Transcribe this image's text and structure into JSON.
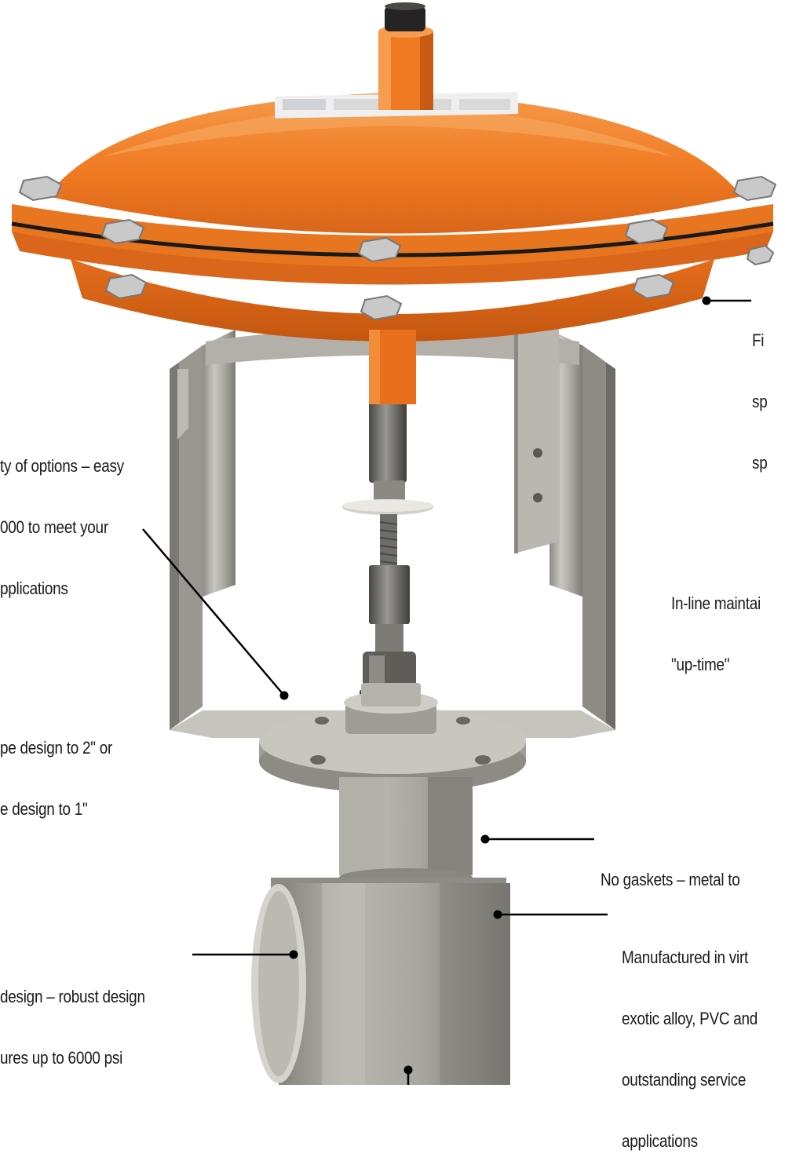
{
  "colors": {
    "actuator_orange": "#f07a22",
    "actuator_shadow": "#c85a12",
    "steel": "#a9a6a0",
    "steel_dark": "#6e6b66",
    "steel_light": "#d7d4ce",
    "leader_line": "#000000",
    "text": "#1a1a1a",
    "background": "#ffffff"
  },
  "callouts": {
    "top_right": {
      "lines": [
        "Fi",
        "sp",
        "sp"
      ]
    },
    "left_options": {
      "lines": [
        "ty of options – easy",
        "000 to meet your",
        "pplications"
      ]
    },
    "right_inline": {
      "lines": [
        "In-line maintai",
        "\"up-time\""
      ]
    },
    "left_pipe": {
      "lines": [
        "pe design to 2\" or",
        "e design to 1\""
      ]
    },
    "right_gaskets": {
      "lines": [
        "No gaskets – metal to"
      ]
    },
    "right_manufactured": {
      "lines": [
        "Manufactured in virt",
        "exotic alloy, PVC and",
        "outstanding service",
        "applications"
      ]
    },
    "left_design": {
      "lines": [
        "design – robust design",
        "ures up to 6000 psi"
      ]
    }
  }
}
